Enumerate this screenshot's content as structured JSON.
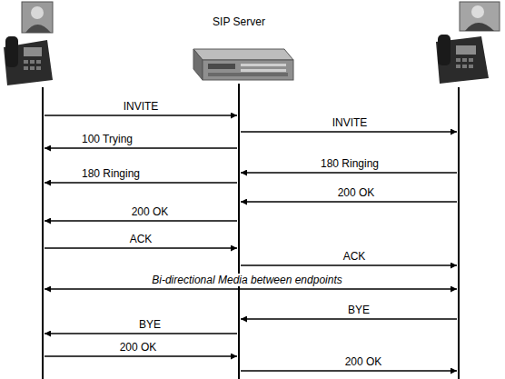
{
  "diagram": {
    "nodes": [
      {
        "text": [
          "SIP Server"
        ]
      }
    ],
    "labels": [
      "INVITE",
      "INVITE",
      "100 Trying",
      "180 Ringing",
      "180 Ringing",
      "200 OK",
      "200 OK",
      "ACK",
      "ACK",
      "Bi-directional Media between endpoints",
      "BYE",
      "BYE",
      "200 OK",
      "200 OK"
    ]
  }
}
